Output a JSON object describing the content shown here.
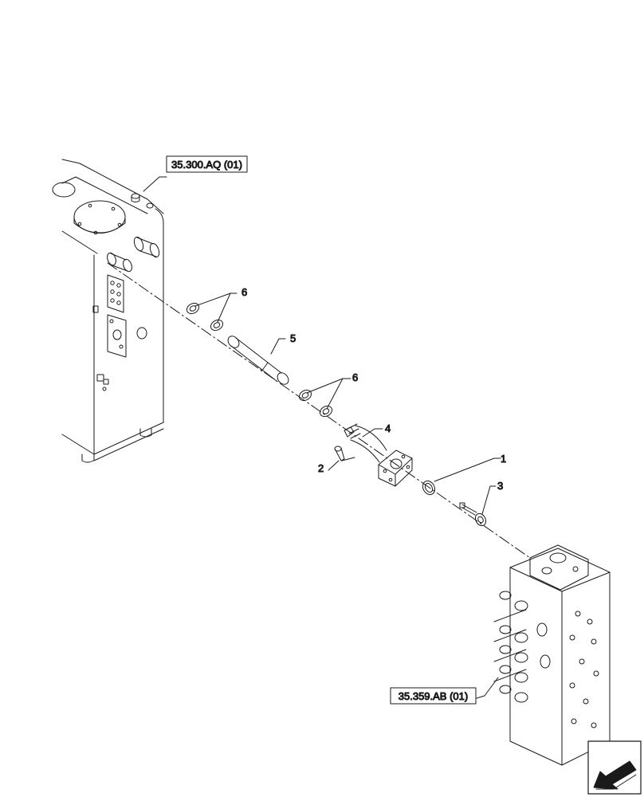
{
  "references": {
    "tank_ref": "35.300.AQ (01)",
    "valve_ref": "35.359.AB (01)"
  },
  "callouts": {
    "c1": "1",
    "c2": "2",
    "c3": "3",
    "c4": "4",
    "c5": "5",
    "c6a": "6",
    "c6b": "6"
  },
  "nav_icon": "arrow-back-icon"
}
